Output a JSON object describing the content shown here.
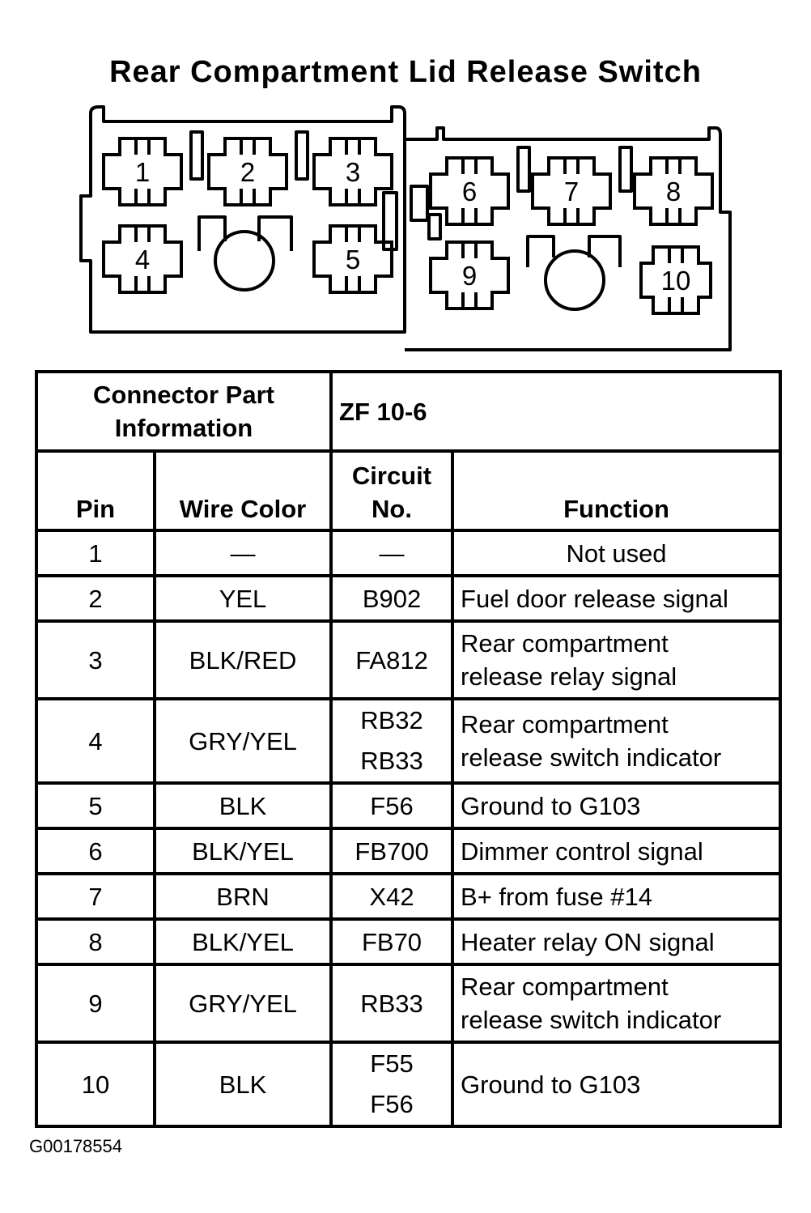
{
  "title": "Rear Compartment Lid Release Switch",
  "connector": {
    "cavities": [
      "1",
      "2",
      "3",
      "4",
      "5",
      "6",
      "7",
      "8",
      "9",
      "10"
    ]
  },
  "table": {
    "part_info_label_line1": "Connector Part",
    "part_info_label_line2": "Information",
    "part_info_value": "ZF 10-6",
    "headers": {
      "pin": "Pin",
      "wire_color": "Wire Color",
      "circuit_line1": "Circuit",
      "circuit_line2": "No.",
      "function": "Function"
    },
    "rows": [
      {
        "pin": "1",
        "wire": "—",
        "circuit": [
          "—"
        ],
        "function": [
          "Not used"
        ]
      },
      {
        "pin": "2",
        "wire": "YEL",
        "circuit": [
          "B902"
        ],
        "function": [
          "Fuel door release signal"
        ]
      },
      {
        "pin": "3",
        "wire": "BLK/RED",
        "circuit": [
          "FA812"
        ],
        "function": [
          "Rear compartment",
          "release relay signal"
        ]
      },
      {
        "pin": "4",
        "wire": "GRY/YEL",
        "circuit": [
          "RB32",
          "RB33"
        ],
        "function": [
          "Rear compartment",
          "release switch indicator"
        ]
      },
      {
        "pin": "5",
        "wire": "BLK",
        "circuit": [
          "F56"
        ],
        "function": [
          "Ground to G103"
        ]
      },
      {
        "pin": "6",
        "wire": "BLK/YEL",
        "circuit": [
          "FB700"
        ],
        "function": [
          "Dimmer control signal"
        ]
      },
      {
        "pin": "7",
        "wire": "BRN",
        "circuit": [
          "X42"
        ],
        "function": [
          "B+ from fuse #14"
        ]
      },
      {
        "pin": "8",
        "wire": "BLK/YEL",
        "circuit": [
          "FB70"
        ],
        "function": [
          "Heater relay ON signal"
        ]
      },
      {
        "pin": "9",
        "wire": "GRY/YEL",
        "circuit": [
          "RB33"
        ],
        "function": [
          "Rear compartment",
          "release switch indicator"
        ]
      },
      {
        "pin": "10",
        "wire": "BLK",
        "circuit": [
          "F55",
          "F56"
        ],
        "function": [
          "Ground to G103"
        ]
      }
    ]
  },
  "figure_id": "G00178554"
}
